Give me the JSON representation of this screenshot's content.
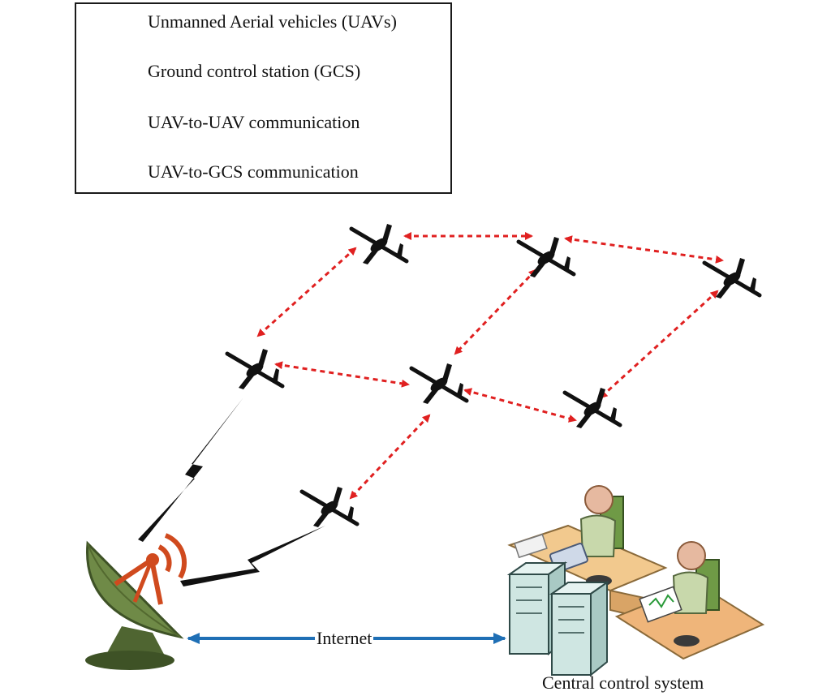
{
  "legend": {
    "items": [
      {
        "icon": "uav-icon",
        "label": "Unmanned Aerial vehicles (UAVs)"
      },
      {
        "icon": "satellite-dish-icon",
        "label": "Ground control station (GCS)"
      },
      {
        "icon": "red-dashed-double-arrow-icon",
        "label": "UAV-to-UAV communication"
      },
      {
        "icon": "lightning-bolt-icon",
        "label": "UAV-to-GCS communication"
      }
    ]
  },
  "diagram": {
    "internet_label": "Internet",
    "central_label": "Central control system"
  },
  "colors": {
    "uav_to_uav_link": "#e02020",
    "internet_link": "#1f6fb5",
    "uav_to_gcs_link": "#111111",
    "dish": "#6f8a47",
    "antenna": "#d04a1e",
    "server": "#cfe6e2",
    "desk": "#f2c98e"
  }
}
